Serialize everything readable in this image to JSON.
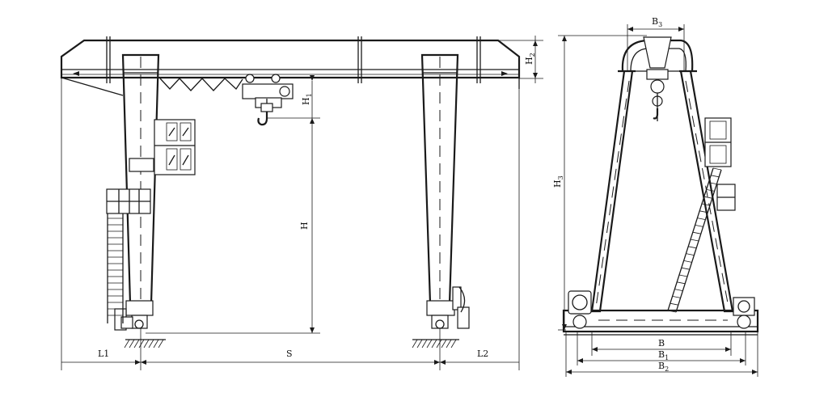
{
  "dimensions": {
    "span": "S",
    "left_cantilever": "L1",
    "right_cantilever": "L2",
    "lift_height": "H",
    "hook_clearance": "H1",
    "beam_height": "H2",
    "overall_height": "H3",
    "top_width": "B3",
    "base_inner": "B",
    "base_middle": "B1",
    "base_outer": "B2"
  },
  "subscripts": {
    "L1": "1",
    "L2": "2",
    "H1": "1",
    "H2": "2",
    "H3": "3",
    "B1": "1",
    "B2": "2",
    "B3": "3"
  }
}
